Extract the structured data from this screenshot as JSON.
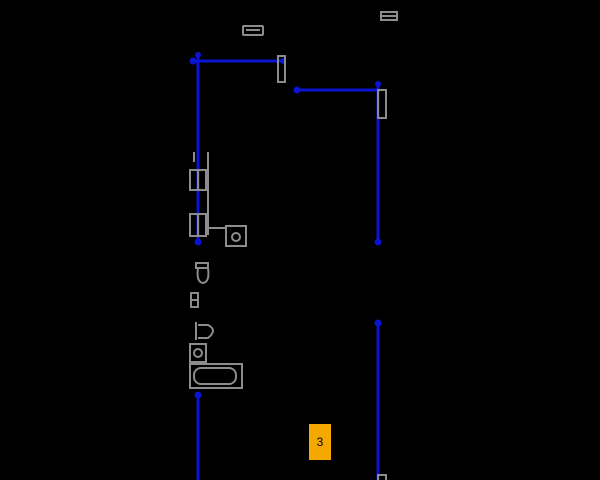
{
  "colors": {
    "background": "#000000",
    "wall": "#0a14d2",
    "fixture": "#8c8c8c",
    "marker": "#f5a800"
  },
  "marker": {
    "label": "3",
    "icon": "room-number-marker"
  },
  "walls": [
    {
      "name": "wall-top-left-horizontal"
    },
    {
      "name": "wall-left-upper-vertical"
    },
    {
      "name": "wall-top-right-horizontal"
    },
    {
      "name": "wall-right-upper-vertical"
    },
    {
      "name": "wall-right-lower-vertical"
    },
    {
      "name": "wall-left-lower-vertical"
    }
  ],
  "fixtures": [
    {
      "name": "window-icon"
    },
    {
      "name": "door-icon"
    },
    {
      "name": "shelf-icon"
    },
    {
      "name": "sink-icon"
    },
    {
      "name": "toilet-icon"
    },
    {
      "name": "switch-icon"
    },
    {
      "name": "washbasin-icon"
    },
    {
      "name": "bathtub-icon"
    }
  ]
}
